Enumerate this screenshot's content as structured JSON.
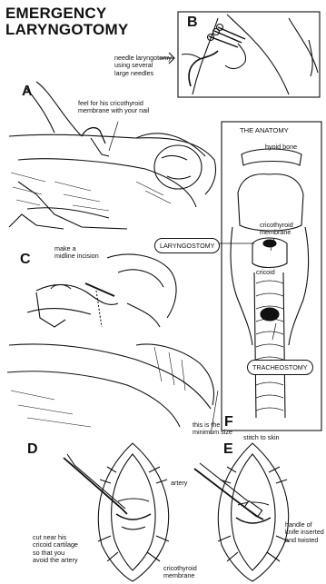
{
  "title": {
    "line1": "EMERGENCY",
    "line2": "LARYNGOTOMY"
  },
  "panels": {
    "a": "A",
    "b": "B",
    "c": "C",
    "d": "D",
    "e": "E",
    "f": "F"
  },
  "notes": {
    "needle": "needle laryngotomy\nusing several\nlarge needles",
    "feel": "feel for his cricothyroid\nmembrane with your nail",
    "incision": "make a\nmidline incision",
    "min_size": "this is the\nminimum size",
    "stitch": "stitch to skin",
    "cut_near": "cut near his\ncricoid cartilage\nso that you\navoid the artery",
    "artery": "artery",
    "handle": "handle of\nknife inserted\nand twisted",
    "crico_mem": "cricothyroid\nmembrane"
  },
  "anatomy": {
    "heading": "THE ANATOMY",
    "hyoid": "hyoid bone",
    "crico_mem": "cricothyroid\nmembrane",
    "laryngostomy": "LARYNGOSTOMY",
    "cricoid": "cricoid",
    "tracheostomy": "TRACHEOSTOMY"
  }
}
